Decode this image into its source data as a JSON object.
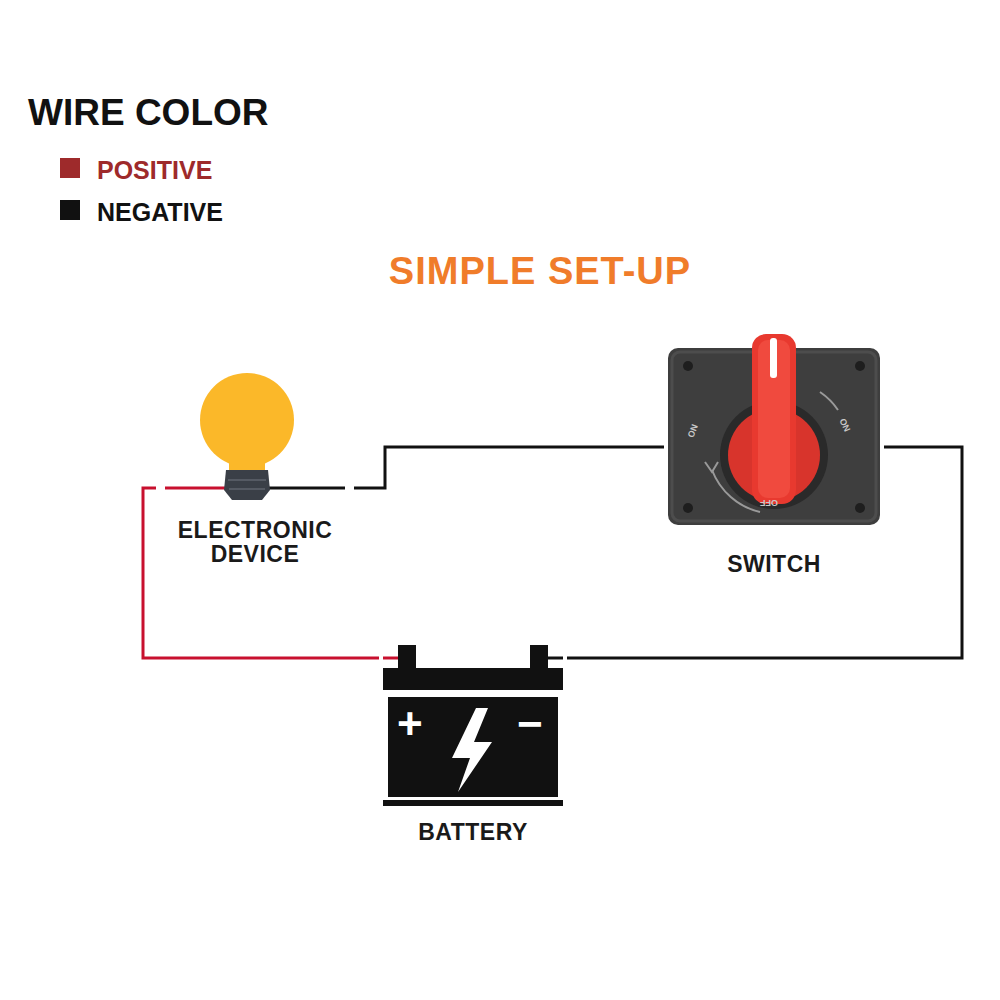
{
  "diagram": {
    "title": "SIMPLE SET-UP",
    "nodes": [
      {
        "text": [
          "ELECTRONIC DEVICE"
        ]
      },
      {
        "text": [
          "SWITCH",
          "ON",
          "ON",
          "OFF"
        ]
      },
      {
        "text": [
          "BATTERY",
          "+",
          "−"
        ]
      }
    ],
    "edges": [
      {
        "from": 0,
        "to": 2,
        "arrow": "none"
      },
      {
        "from": 0,
        "to": 1,
        "arrow": "none"
      },
      {
        "from": 1,
        "to": 2,
        "arrow": "none"
      }
    ],
    "labels": [
      "WIRE COLOR"
    ],
    "legend": [
      {
        "text": "POSITIVE",
        "color": "#9e2a2b"
      },
      {
        "text": "NEGATIVE",
        "color": "#111111"
      }
    ]
  }
}
